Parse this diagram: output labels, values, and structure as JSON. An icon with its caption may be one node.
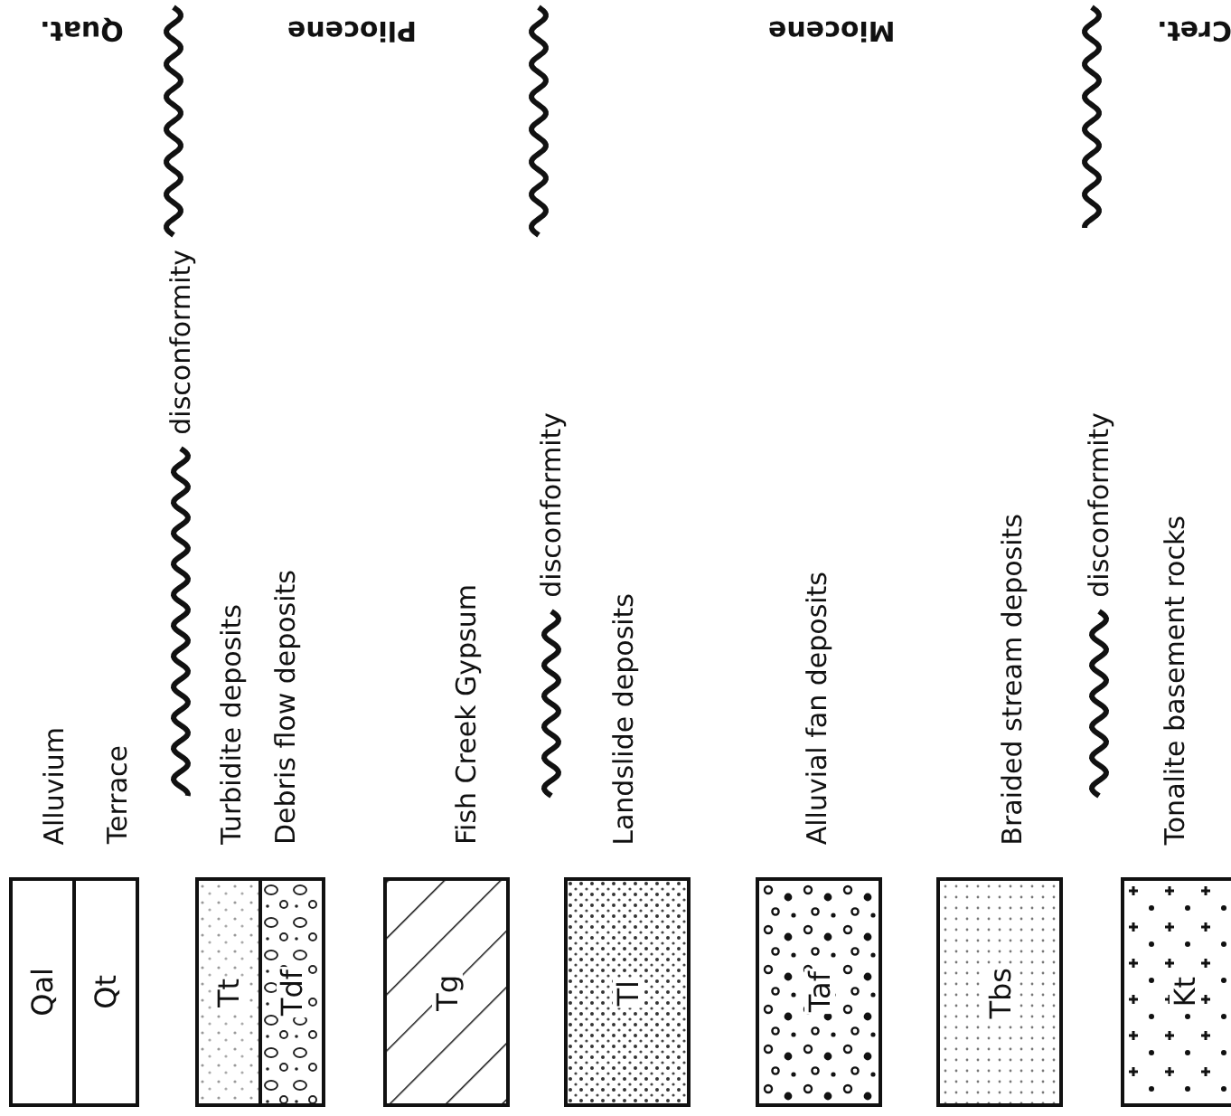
{
  "diagram": {
    "nodes": [
      {
        "text": [
          "Qal"
        ],
        "beside": [
          "Alluvium"
        ]
      },
      {
        "text": [
          "Qt"
        ],
        "beside": [
          "Terrace"
        ]
      },
      {
        "text": [
          "Tt"
        ],
        "beside": [
          "Turbidite deposits"
        ]
      },
      {
        "text": [
          "Tdf"
        ],
        "beside": [
          "Debris flow deposits"
        ]
      },
      {
        "text": [
          "Tg"
        ],
        "beside": [
          "Fish Creek Gypsum"
        ]
      },
      {
        "text": [
          "Tl"
        ],
        "beside": [
          "Landslide deposits"
        ]
      },
      {
        "text": [
          "Taf"
        ],
        "beside": [
          "Alluvial fan deposits"
        ]
      },
      {
        "text": [
          "Tbs"
        ],
        "beside": [
          "Braided stream deposits"
        ]
      },
      {
        "text": [
          "Kt"
        ],
        "beside": [
          "Tonalite basement rocks"
        ]
      }
    ],
    "edges": [],
    "labels": [
      "Quat.",
      "Pliocene",
      "Miocene",
      "Cret.",
      "disconformity",
      "disconformity",
      "disconformity"
    ]
  }
}
